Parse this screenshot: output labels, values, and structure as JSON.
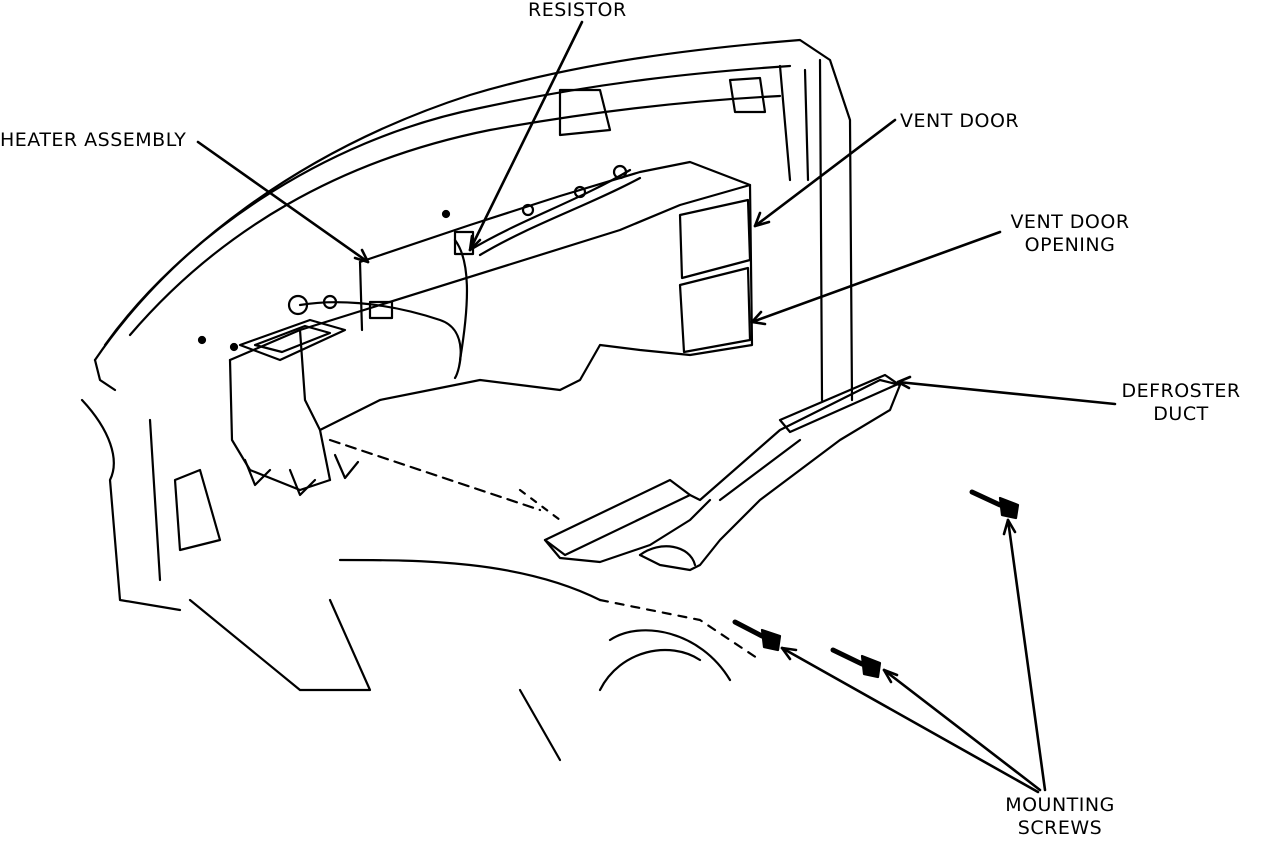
{
  "labels": {
    "resistor": "RESISTOR",
    "heater_assembly": "HEATER ASSEMBLY",
    "vent_door": "VENT DOOR",
    "vent_door_opening_line1": "VENT DOOR",
    "vent_door_opening_line2": "OPENING",
    "defroster_duct_line1": "DEFROSTER",
    "defroster_duct_line2": "DUCT",
    "mounting_screws_line1": "MOUNTING",
    "mounting_screws_line2": "SCREWS"
  },
  "colors": {
    "ink": "#000000",
    "paper": "#ffffff"
  }
}
